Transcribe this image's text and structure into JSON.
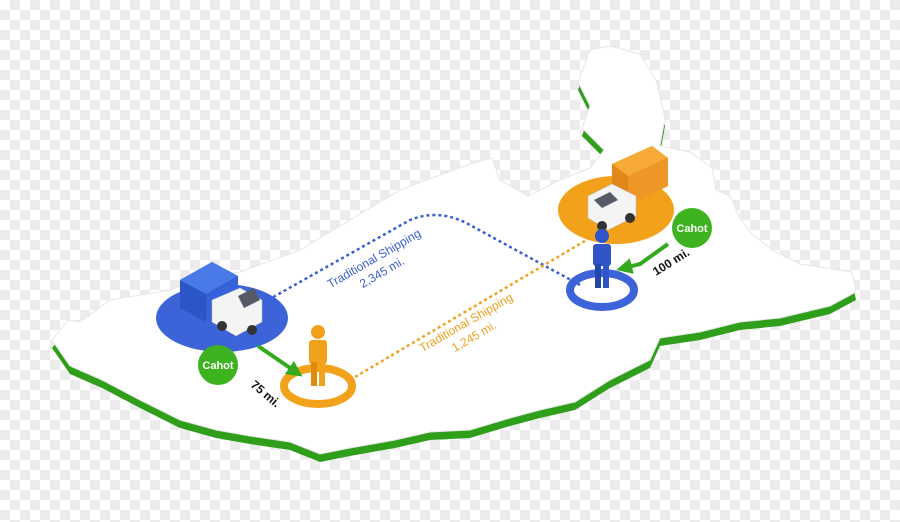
{
  "routes": {
    "west": {
      "label": "Traditional Shipping",
      "distance": "2,345 mi.",
      "color": "#3a5fd0"
    },
    "east": {
      "label": "Traditional Shipping",
      "distance": "1,245 mi.",
      "color": "#f0a020"
    }
  },
  "local": {
    "west": {
      "distance": "75 mi.",
      "badge": "Cahot",
      "color": "#33aa1e"
    },
    "east": {
      "distance": "100 mi.",
      "badge": "Cahot",
      "color": "#33aa1e"
    }
  },
  "colors": {
    "map_fill": "#ffffff",
    "map_edge": "#2f9e1a",
    "blue_zone": "#3d63d8",
    "orange_zone": "#f2a21a"
  },
  "icons": [
    "blue-truck-icon",
    "orange-truck-icon",
    "orange-person-icon",
    "blue-person-icon"
  ]
}
